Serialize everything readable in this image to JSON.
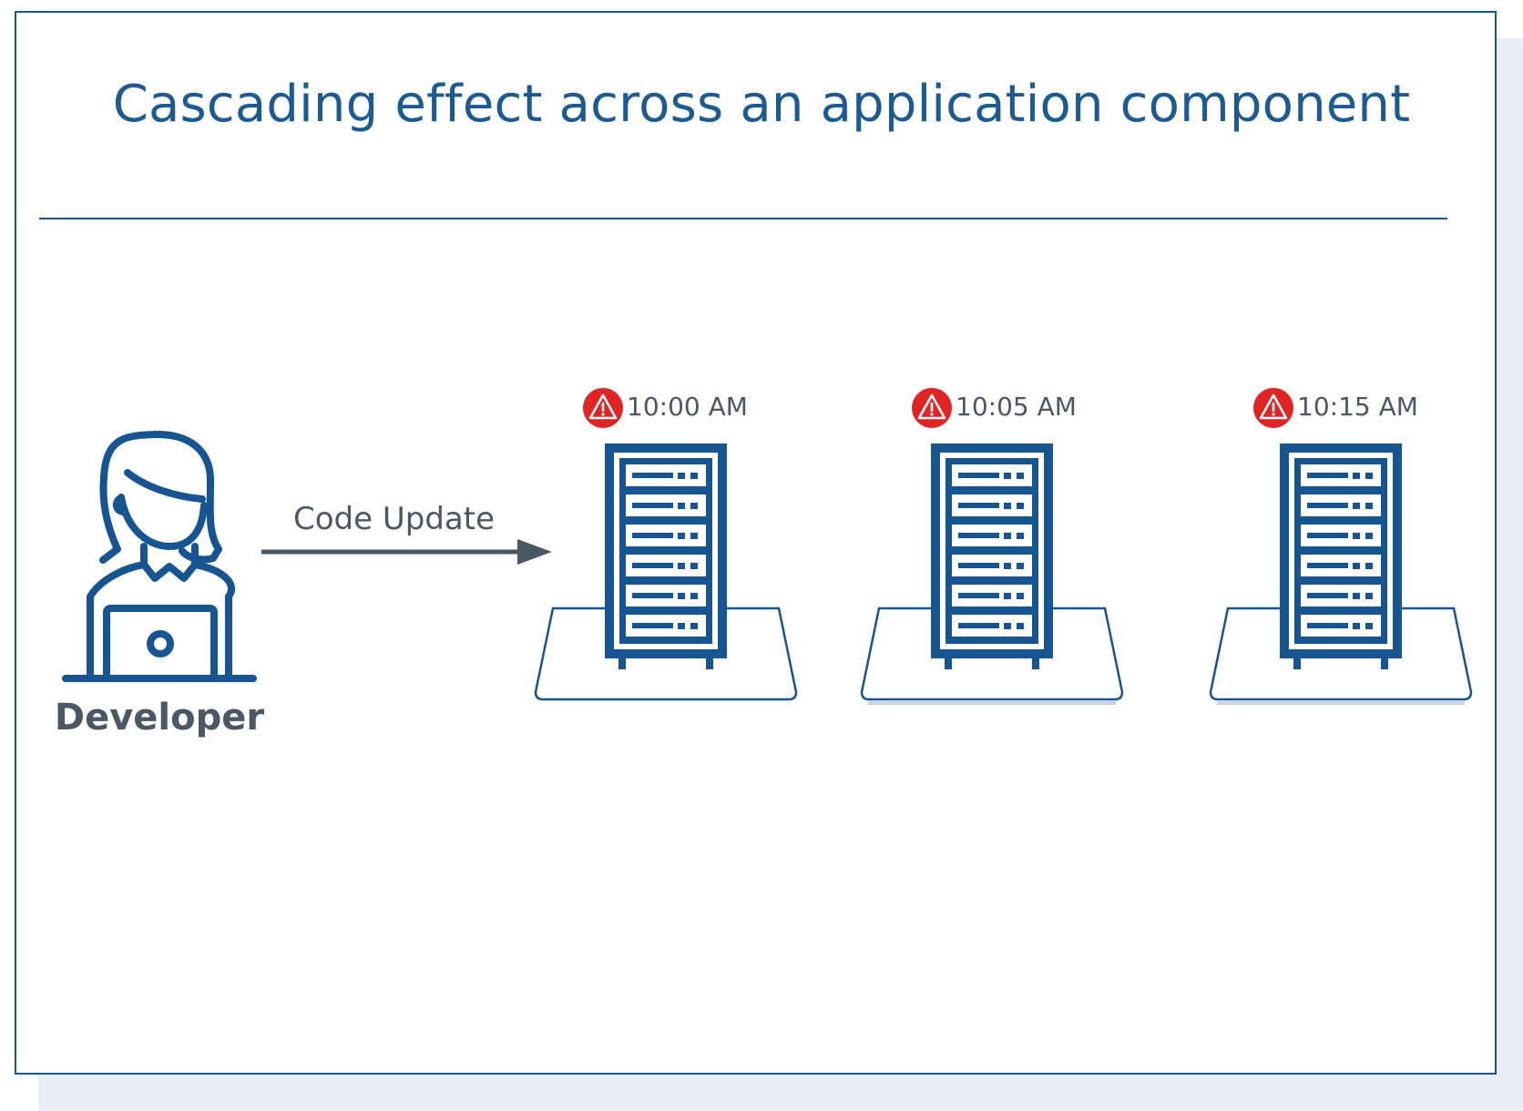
{
  "title": "Cascading effect across an application component",
  "developer": {
    "label": "Developer",
    "icon": "developer-with-laptop-icon"
  },
  "arrow": {
    "label": "Code Update",
    "icon": "right-arrow-icon"
  },
  "servers": [
    {
      "time": "10:00 AM",
      "alert_icon": "warning-icon",
      "icon": "server-rack-icon"
    },
    {
      "time": "10:05 AM",
      "alert_icon": "warning-icon",
      "icon": "server-rack-icon"
    },
    {
      "time": "10:15 AM",
      "alert_icon": "warning-icon",
      "icon": "server-rack-icon"
    }
  ],
  "colors": {
    "primary": "#175592",
    "text": "#4a5866",
    "alert": "#e02424",
    "shadow": "#e9eef6"
  }
}
